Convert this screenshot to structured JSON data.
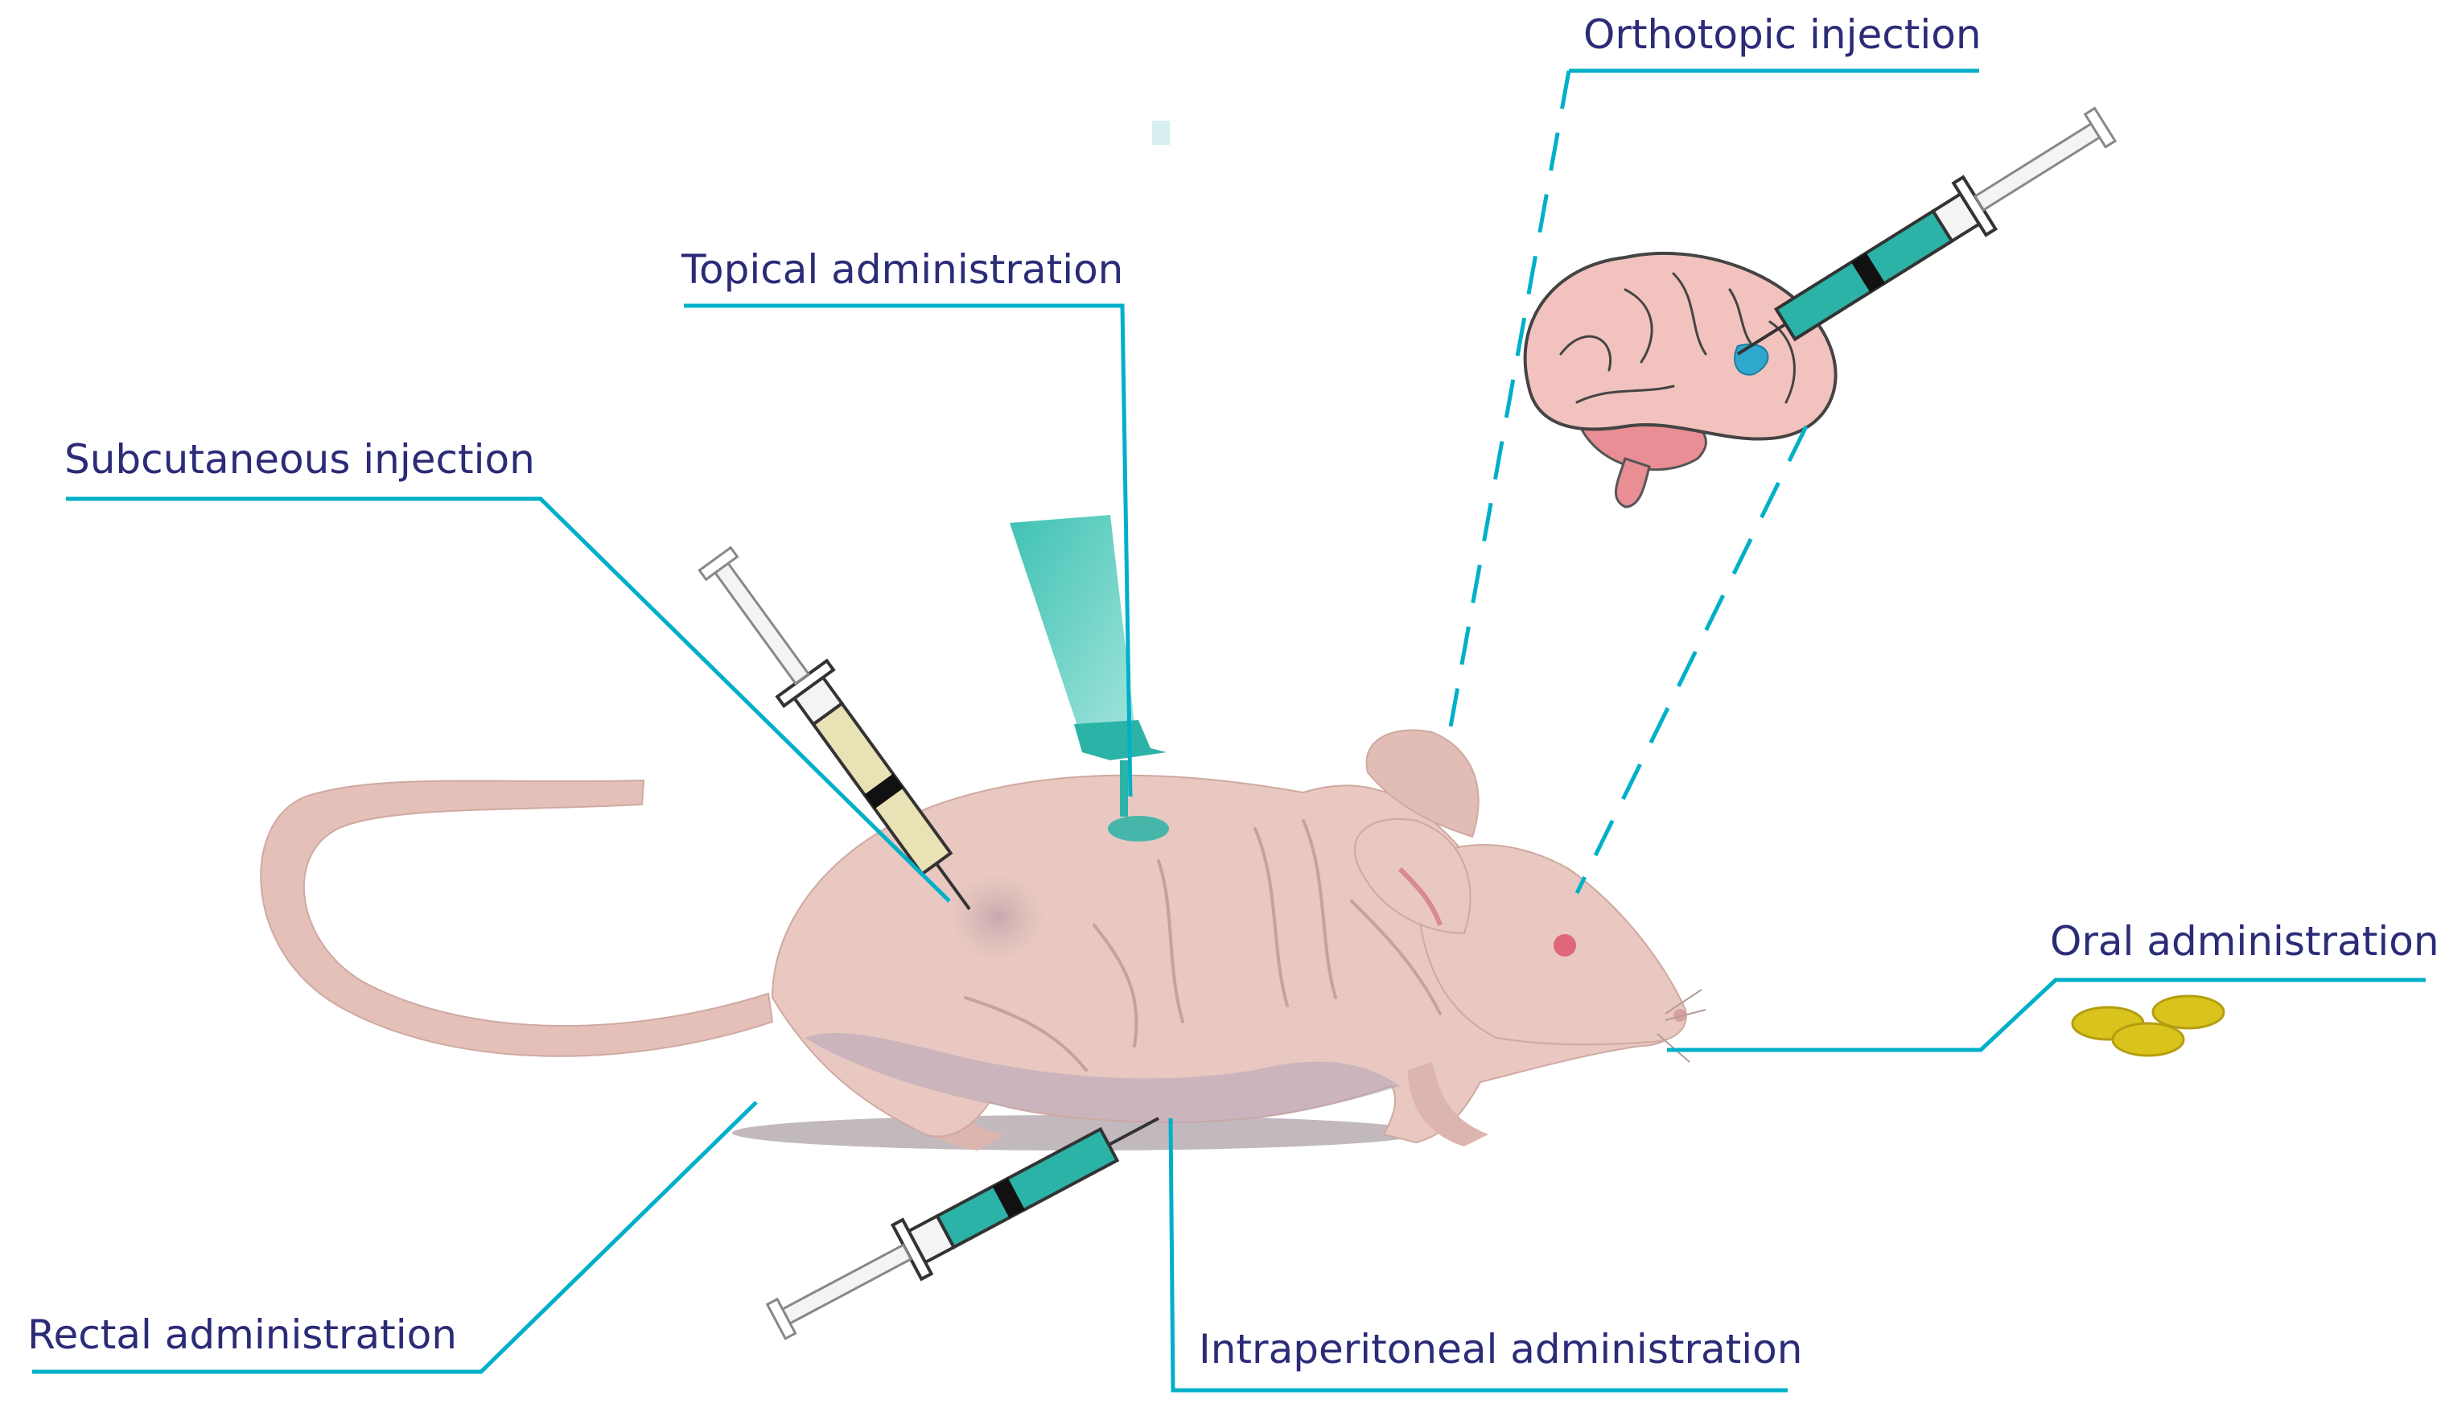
{
  "labels": {
    "orthotopic": "Orthotopic injection",
    "topical": "Topical administration",
    "subcutaneous": "Subcutaneous injection",
    "oral": "Oral administration",
    "rectal": "Rectal administration",
    "intraperitoneal": "Intraperitoneal administration"
  },
  "colors": {
    "label_text": "#2b2b78",
    "leader_line": "#00b0c8",
    "mouse_skin": "#e8c8c0",
    "mouse_shadow": "#a49aae",
    "brain": "#f2c2be",
    "cerebellum": "#e88e94",
    "syringe_fluid": "#2ab3a6",
    "syringe_fluid_subcutaneous": "#e8e2b4",
    "pills": "#d8c41c",
    "tube": "#4cc8bc"
  }
}
